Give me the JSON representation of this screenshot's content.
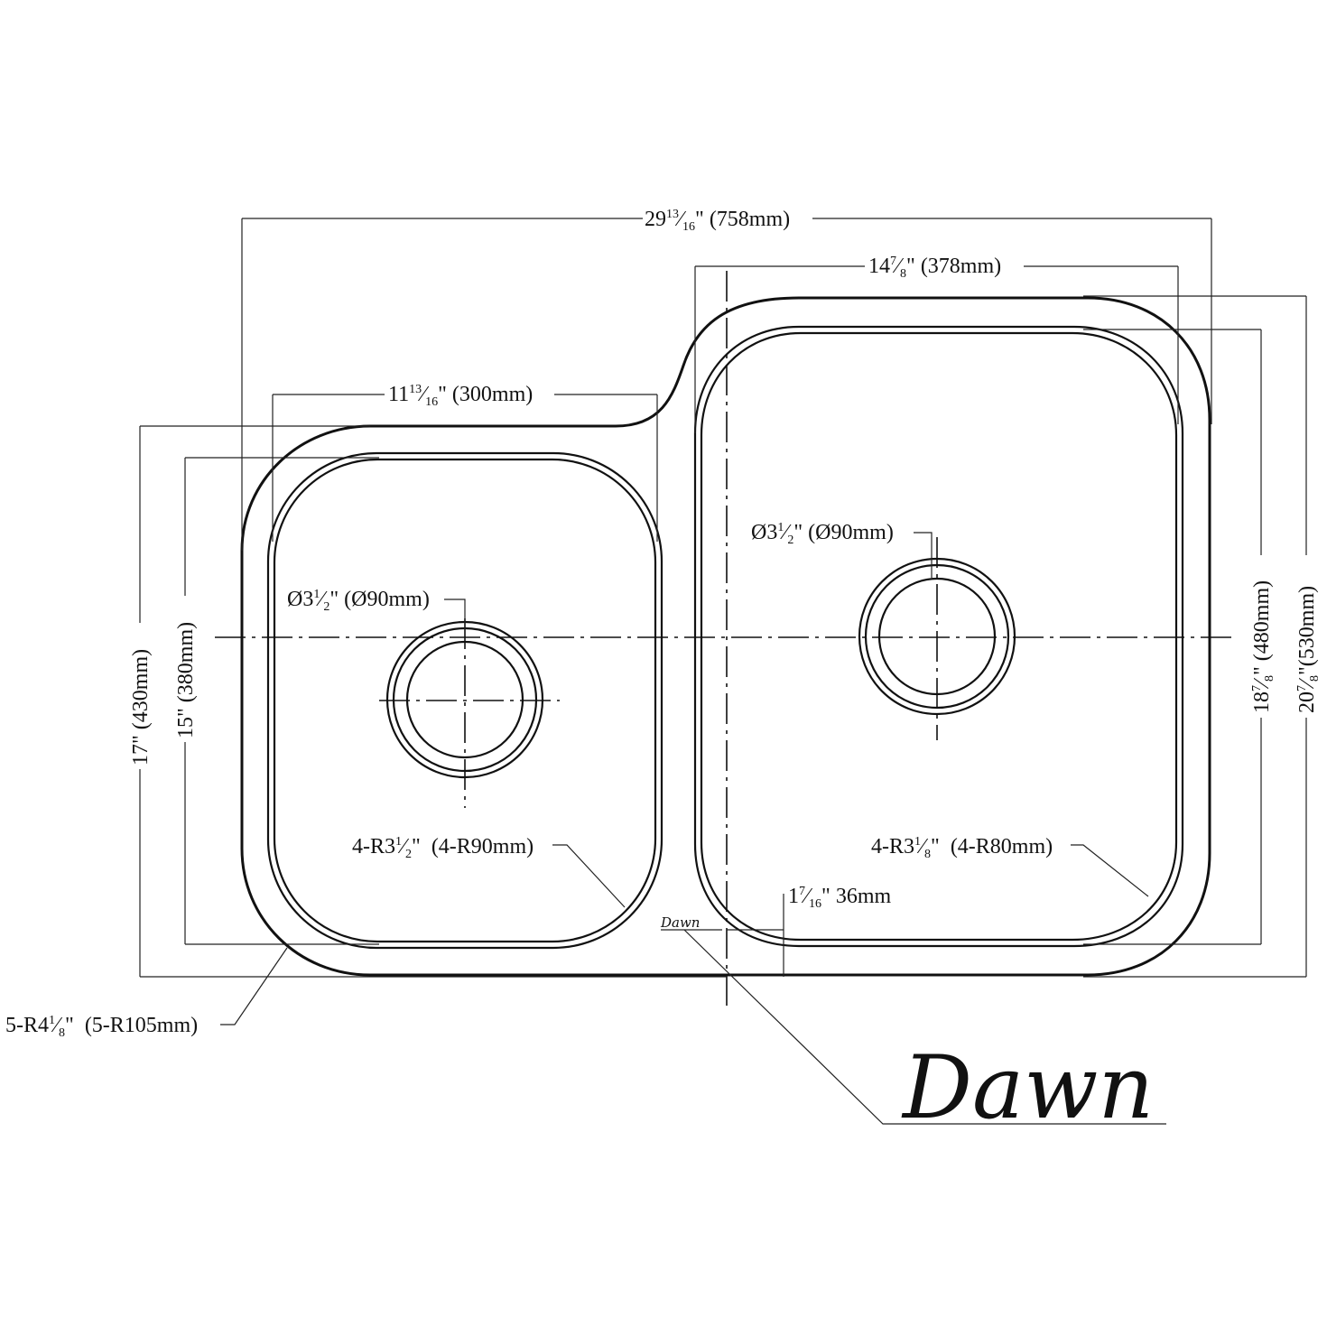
{
  "dimensions": {
    "overall_width": {
      "whole": "29",
      "frac_num": "13",
      "frac_den": "16",
      "inch": "\"",
      "metric": " (758mm)"
    },
    "large_bowl_width": {
      "whole": "14",
      "frac_num": "7",
      "frac_den": "8",
      "inch": "\"",
      "metric": " (378mm)"
    },
    "small_bowl_width": {
      "whole": "11",
      "frac_num": "13",
      "frac_den": "16",
      "inch": "\"",
      "metric": " (300mm)"
    },
    "large_drain": {
      "prefix": "Ø3",
      "frac_num": "1",
      "frac_den": "2",
      "inch": "\"",
      "metric": " (Ø90mm)"
    },
    "small_drain": {
      "prefix": "Ø3",
      "frac_num": "1",
      "frac_den": "2",
      "inch": "\"",
      "metric": " (Ø90mm)"
    },
    "small_bowl_radius": {
      "prefix": "4-R3",
      "frac_num": "1",
      "frac_den": "2",
      "inch": "\"",
      "metric": "  (4-R90mm)"
    },
    "large_bowl_radius": {
      "prefix": "4-R3",
      "frac_num": "1",
      "frac_den": "8",
      "inch": "\"",
      "metric": "  (4-R80mm)"
    },
    "divider": {
      "whole": "1",
      "frac_num": "7",
      "frac_den": "16",
      "inch": "\"",
      "metric": " 36mm"
    },
    "outer_radius": {
      "prefix": "5-R4",
      "frac_num": "1",
      "frac_den": "8",
      "inch": "\"",
      "metric": "  (5-R105mm)"
    },
    "left_height": {
      "text": "17\" (430mm)"
    },
    "small_bowl_height": {
      "text": "15\" (380mm)"
    },
    "large_bowl_height": {
      "whole": "18",
      "frac_num": "7",
      "frac_den": "8",
      "inch": "\"",
      "metric": " (480mm)"
    },
    "overall_height": {
      "whole": "20",
      "frac_num": "7",
      "frac_den": "8",
      "inch": "\"",
      "metric": "(530mm)"
    }
  },
  "logo": {
    "text": "Dawn",
    "small_text": "Dawn"
  }
}
